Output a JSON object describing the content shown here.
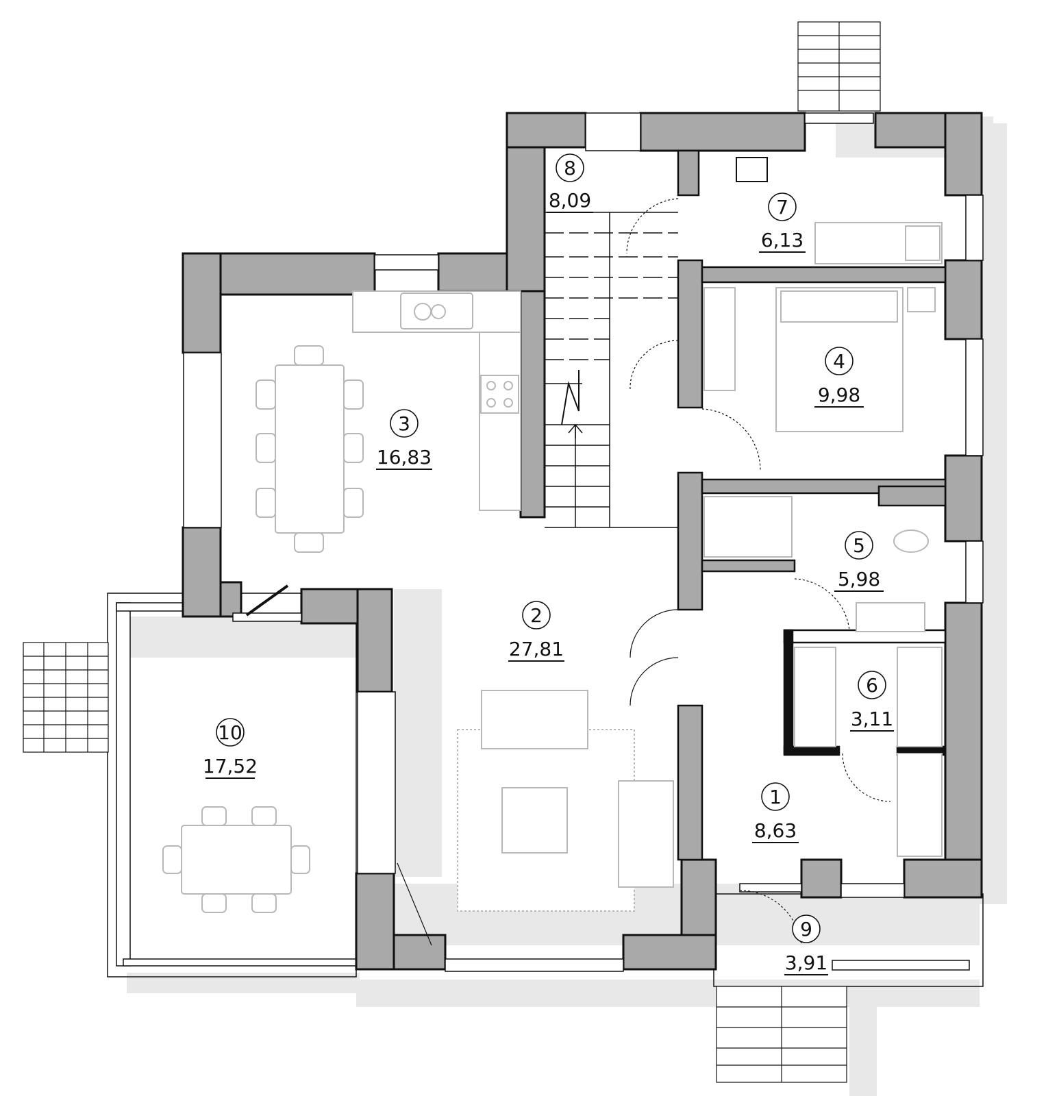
{
  "rooms": [
    {
      "number": "1",
      "area": "8,63"
    },
    {
      "number": "2",
      "area": "27,81"
    },
    {
      "number": "3",
      "area": "16,83"
    },
    {
      "number": "4",
      "area": "9,98"
    },
    {
      "number": "5",
      "area": "5,98"
    },
    {
      "number": "6",
      "area": "3,11"
    },
    {
      "number": "7",
      "area": "6,13"
    },
    {
      "number": "8",
      "area": "8,09"
    },
    {
      "number": "9",
      "area": "3,91"
    },
    {
      "number": "10",
      "area": "17,52"
    }
  ],
  "colors": {
    "wall_fill": "#a9a9a9",
    "wall_stroke": "#111111",
    "shadow": "#e6e6e6",
    "furniture": "#b8b8b8"
  }
}
